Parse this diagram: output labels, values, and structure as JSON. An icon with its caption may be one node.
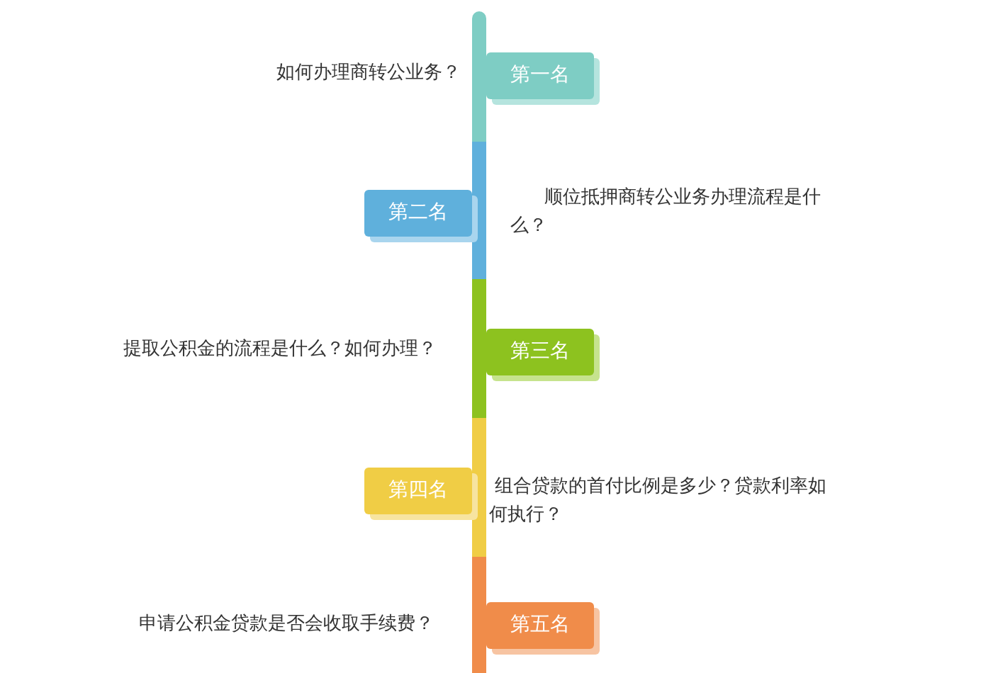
{
  "diagram": {
    "nodes": [
      {
        "text": [
          "第一名"
        ],
        "beside": [
          "如何办理商转公业务？"
        ]
      },
      {
        "text": [
          "第二名"
        ],
        "beside": [
          "顺位抵押商转公业务办理流程是什么？"
        ]
      },
      {
        "text": [
          "第三名"
        ],
        "beside": [
          "提取公积金的流程是什么？如何办理？"
        ]
      },
      {
        "text": [
          "第四名"
        ],
        "beside": [
          "组合贷款的首付比例是多少？贷款利率如何执行？"
        ]
      },
      {
        "text": [
          "第五名"
        ],
        "beside": [
          "申请公积金贷款是否会收取手续费？"
        ]
      }
    ]
  }
}
